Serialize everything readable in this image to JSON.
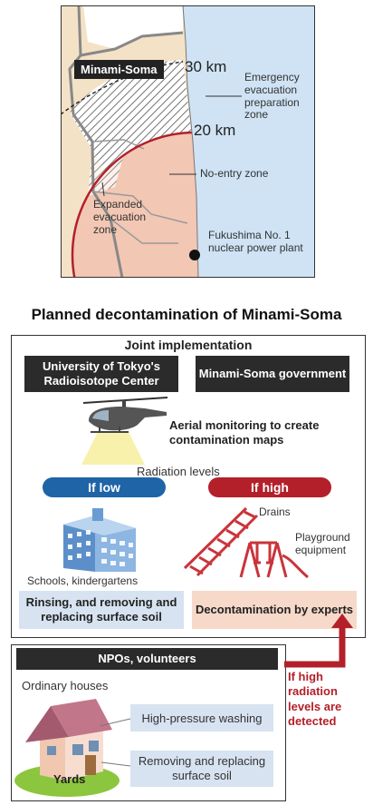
{
  "map": {
    "city_label": "Minami-Soma",
    "km30": "30 km",
    "km20": "20 km",
    "emergency_zone": "Emergency evacuation preparation zone",
    "no_entry_zone": "No-entry zone",
    "expanded_zone": "Expanded evacuation zone",
    "plant": "Fukushima No. 1 nuclear power plant",
    "colors": {
      "sea": "#cfe3f4",
      "land": "#f4e2c7",
      "no_entry": "#f2c7b4",
      "boundary": "#b3202a"
    }
  },
  "title": "Planned decontamination of Minami-Soma",
  "joint": {
    "header": "Joint implementation",
    "org_left": "University of Tokyo's Radioisotope Center",
    "org_right": "Minami-Soma government",
    "aerial": "Aerial monitoring to create contamination maps",
    "radiation_levels": "Radiation levels",
    "if_low": "If low",
    "if_high": "If high",
    "drains": "Drains",
    "playground": "Playground equipment",
    "schools": "Schools, kindergartens",
    "rinsing": "Rinsing, and removing and replacing surface soil",
    "decon": "Decontamination by experts",
    "colors": {
      "low": "#1f64a6",
      "high": "#b3202a",
      "low_box": "#d7e3f1",
      "high_box": "#f6d9c8"
    }
  },
  "npo": {
    "header": "NPOs, volunteers",
    "houses": "Ordinary houses",
    "washing": "High-pressure washing",
    "soil": "Removing and replacing surface soil",
    "yards": "Yards",
    "if_detected": "If high radiation levels are detected"
  }
}
